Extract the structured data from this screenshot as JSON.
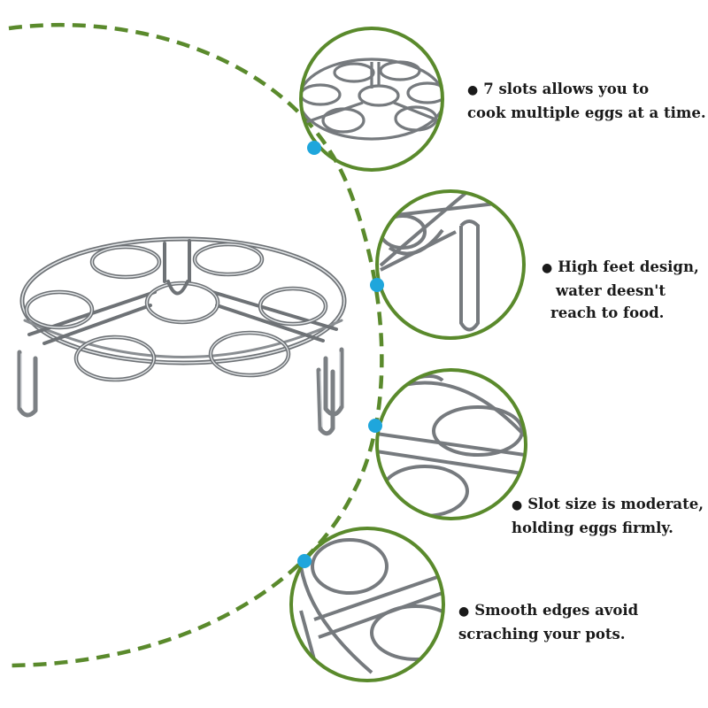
{
  "colors": {
    "accent_green": "#5a8a2c",
    "dot_blue": "#1fa6dc",
    "steel_dark": "#6e7276",
    "steel_light": "#d9dcdf"
  },
  "callouts": [
    {
      "bullet": "●",
      "lines": [
        "7 slots allows you to",
        "cook multiple eggs at a time."
      ]
    },
    {
      "bullet": "●",
      "lines": [
        "High feet design,",
        "water deesn't",
        "reach to food."
      ]
    },
    {
      "bullet": "●",
      "lines": [
        "Slot size is moderate,",
        "holding eggs firmly."
      ]
    },
    {
      "bullet": "●",
      "lines": [
        "Smooth edges avoid",
        "scraching your pots."
      ]
    }
  ]
}
